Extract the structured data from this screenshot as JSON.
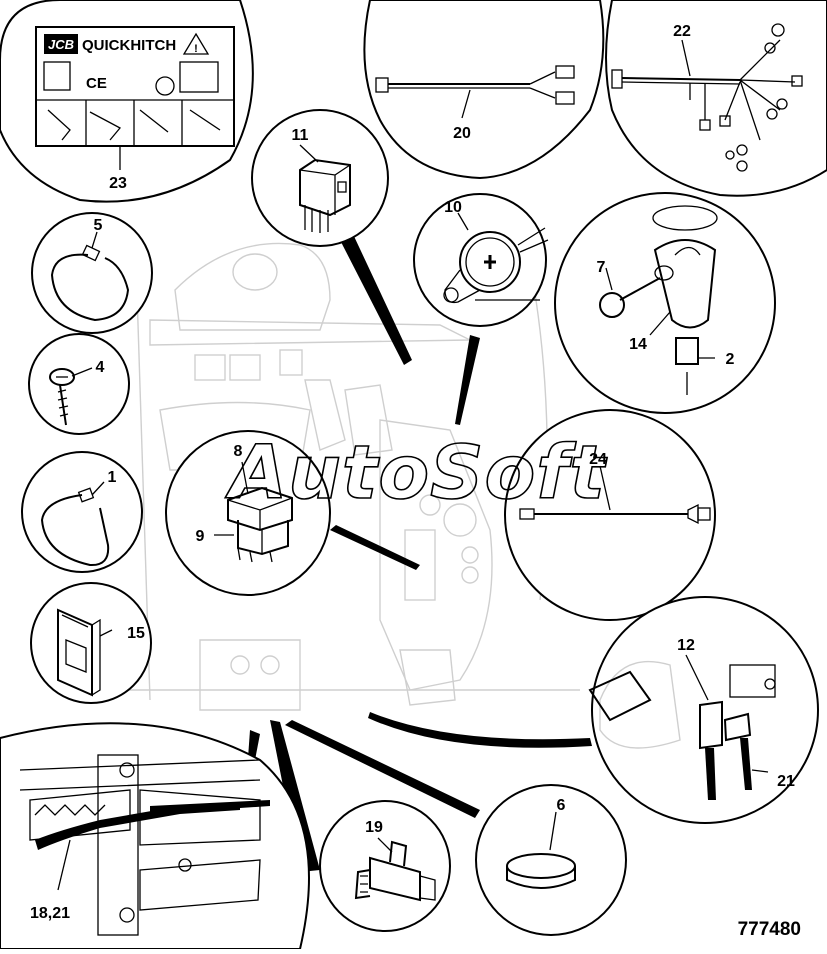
{
  "diagram": {
    "reference_number": "777480",
    "watermark": "AutoSoft",
    "decal": {
      "logo": "JCB",
      "title": "QUICKHITCH",
      "mark": "CE"
    },
    "labels": {
      "p1": "1",
      "p2": "2",
      "p4": "4",
      "p5": "5",
      "p6": "6",
      "p7": "7",
      "p8": "8",
      "p9": "9",
      "p10": "10",
      "p11": "11",
      "p12": "12",
      "p14": "14",
      "p15": "15",
      "p18_21": "18,21",
      "p19": "19",
      "p20": "20",
      "p21": "21",
      "p22": "22",
      "p23": "23",
      "p24": "24"
    }
  }
}
